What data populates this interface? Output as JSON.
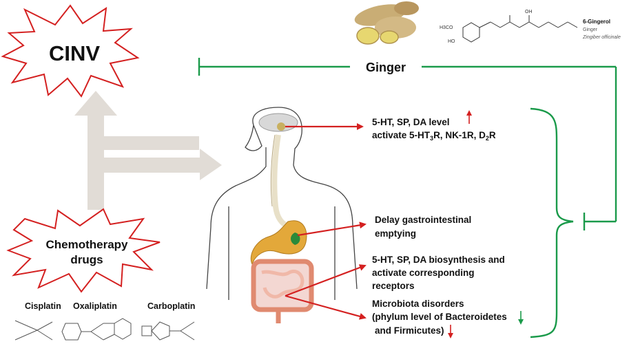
{
  "title_effect": "CINV",
  "cause": {
    "line1": "Chemotherapy",
    "line2": "drugs"
  },
  "remedy": {
    "label": "Ginger",
    "compound_name": "6-Gingerol",
    "compound_common": "Ginger",
    "compound_species": "Zingiber officinale",
    "formula_labels": {
      "methoxy": "H3CO",
      "hydroxy": "HO",
      "side_oh": "OH"
    }
  },
  "drugs": [
    {
      "name": "Cisplatin"
    },
    {
      "name": "Oxaliplatin"
    },
    {
      "name": "Carboplatin"
    }
  ],
  "mechanisms": {
    "brain_line1": "5-HT, SP, DA level",
    "brain_line2_a": "activate 5-HT",
    "brain_line2_sub1": "3",
    "brain_line2_b": "R, NK-1R, D",
    "brain_line2_sub2": "2",
    "brain_line2_c": "R",
    "gi_line1": "Delay gastrointestinal",
    "gi_line2": "emptying",
    "bio_line1": "5-HT, SP, DA biosynthesis and",
    "bio_line2": "activate  corresponding",
    "bio_line3": "receptors",
    "micro_line1": "Microbiota disorders",
    "micro_line2": " (phylum level of Bacteroidetes",
    "micro_line3": "and Firmicutes)"
  },
  "colors": {
    "inhibit_green": "#1a9a4a",
    "signal_red": "#d42020",
    "star_outline": "#d42020",
    "gray_arrow": "#e1dcd6",
    "text_black": "#111111"
  },
  "icons": {
    "up_arrow": "up-arrow-icon",
    "down_arrow": "down-arrow-icon",
    "inhibit_bar": "inhibit-bar-icon"
  }
}
